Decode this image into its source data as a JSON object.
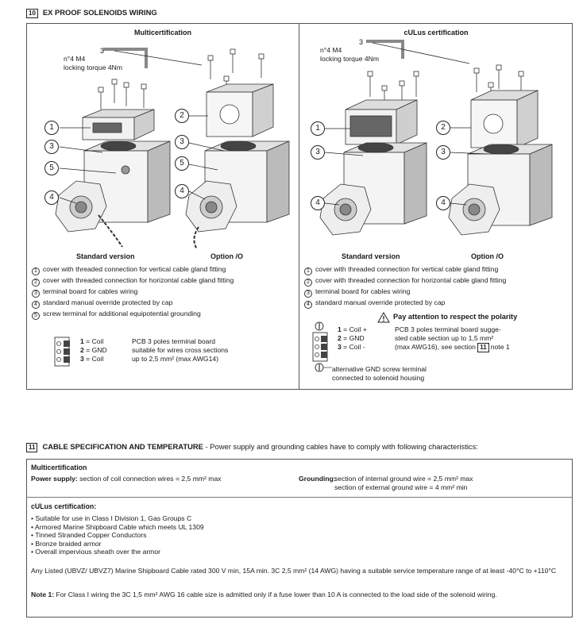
{
  "section10": {
    "number": "10",
    "title": "EX PROOF SOLENOIDS WIRING"
  },
  "left": {
    "title": "Multicertification",
    "screw_label_num": "3",
    "screw_label_line1": "n°4 M4",
    "screw_label_line2": "locking torque 4Nm",
    "caption_standard": "Standard version",
    "caption_option": "Option /O",
    "legend": [
      {
        "n": "1",
        "text": "cover with threaded connection for vertical cable gland fitting"
      },
      {
        "n": "2",
        "text": "cover with threaded connection for horizontal cable gland fitting"
      },
      {
        "n": "3",
        "text": "terminal board for cables wiring"
      },
      {
        "n": "4",
        "text": "standard manual override protected by cap"
      },
      {
        "n": "5",
        "text": "screw terminal for additional equipotential grounding"
      }
    ],
    "terminal": {
      "rows": [
        {
          "n": "1",
          "label": "= Coil"
        },
        {
          "n": "2",
          "label": "= GND"
        },
        {
          "n": "3",
          "label": "= Coil"
        }
      ],
      "desc1": "PCB 3 poles terminal board",
      "desc2": "suitable for wires cross sections",
      "desc3": "up to 2,5 mm² (max AWG14)"
    }
  },
  "right": {
    "title": "cULus certification",
    "screw_label_num": "3",
    "screw_label_line1": "n°4 M4",
    "screw_label_line2": "locking torque 4Nm",
    "caption_standard": "Standard version",
    "caption_option": "Option /O",
    "legend": [
      {
        "n": "1",
        "text": "cover with threaded connection for vertical cable gland fitting"
      },
      {
        "n": "2",
        "text": "cover with threaded connection for horizontal cable gland fitting"
      },
      {
        "n": "3",
        "text": "terminal board for cables wiring"
      },
      {
        "n": "4",
        "text": "standard manual override protected by cap"
      }
    ],
    "warning": "Pay attention to respect the polarity",
    "terminal": {
      "rows": [
        {
          "n": "1",
          "label": "= Coil +",
          "desc": "PCB 3 poles terminal board sugge-"
        },
        {
          "n": "2",
          "label": "= GND",
          "desc": "sted cable section up to 1,5 mm²"
        },
        {
          "n": "3",
          "label": "= Coil -",
          "desc": "(max AWG16), see section"
        }
      ],
      "ref_num": "11",
      "ref_tail": "note 1",
      "gnd1": "alternative GND screw terminal",
      "gnd2": "connected to solenoid housing"
    }
  },
  "section11": {
    "number": "11",
    "title": "CABLE SPECIFICATION AND TEMPERATURE",
    "subtitle": "- Power supply and grounding cables have to comply with following characteristics:",
    "multi_title": "Multicertification",
    "power_label": "Power supply:",
    "power_text": "section of coil connection wires = 2,5 mm² max",
    "ground_label": "Grounding:",
    "ground_text1": "section of internal ground wire = 2,5 mm² max",
    "ground_text2": "section of external ground wire = 4 mm² min",
    "cul_title": "cULus certification:",
    "bullets": [
      "Suitable for use in Class I Division 1, Gas Groups C",
      "Armored Marine Shipboard Cable which meets UL 1309",
      "Tinned Stranded Copper Conductors",
      "Bronze braided armor",
      "Overall impervious sheath over the armor"
    ],
    "para1": "Any Listed (UBVZ/ UBVZ7) Marine Shipboard Cable rated 300 V min, 15A min. 3C 2,5 mm² (14 AWG) having a suitable service temperature range of at least -40°C to +110°C",
    "note_label": "Note 1:",
    "note_text": "For Class I wiring the 3C 1,5 mm² AWG 16 cable size is admitted only if a fuse lower than 10 A is connected to the load side of the solenoid wiring."
  }
}
